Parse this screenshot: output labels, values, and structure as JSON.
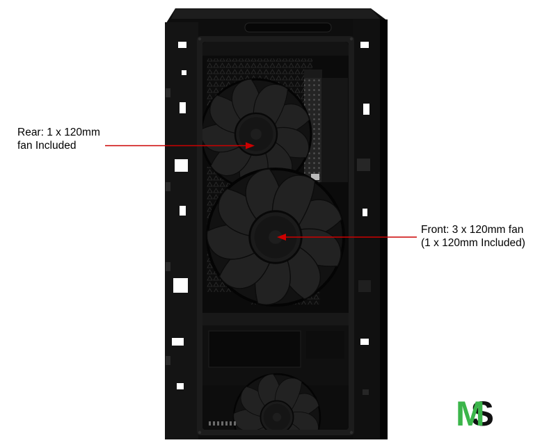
{
  "page": {
    "background_color": "#ffffff"
  },
  "illustration": {
    "subject": "PC tower case side view with side panel removed",
    "case_color": "#0e0e0e"
  },
  "annotations": {
    "line_color": "#cc0000",
    "rear_fan": {
      "label": "Rear: 1 x 120mm\nfan Included"
    },
    "front_fan": {
      "label": "Front: 3 x 120mm fan\n(1 x 120mm Included)"
    }
  },
  "logo": {
    "m": "M",
    "s": "S",
    "m_color": "#3bb54a",
    "s_color": "#111111"
  }
}
